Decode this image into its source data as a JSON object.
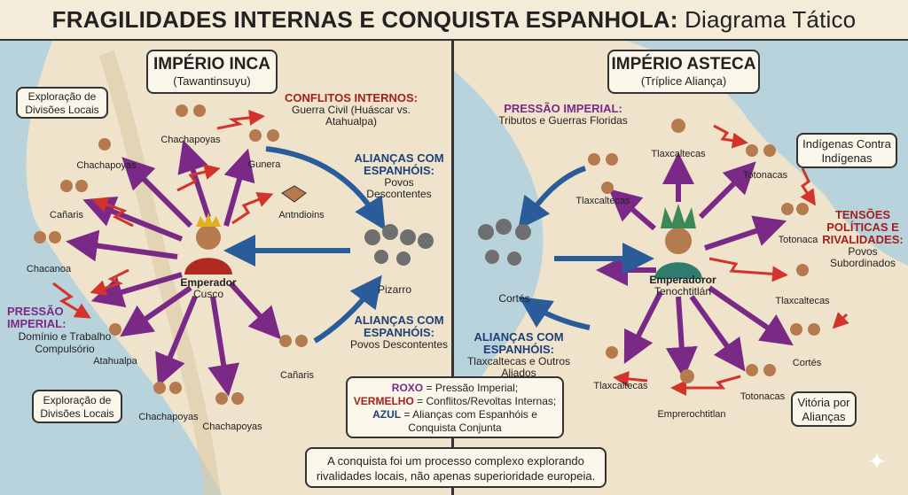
{
  "title": {
    "bold": "FRAGILIDADES INTERNAS E CONQUISTA ESPANHOLA:",
    "rest": " Diagrama Tático"
  },
  "inca": {
    "name": "IMPÉRIO INCA",
    "subname": "(Tawantinsuyu)",
    "exploration_top": "Exploração de Divisões Locais",
    "exploration_bottom": "Exploração de Divisões Locais",
    "conflicts_head": "CONFLITOS INTERNOS:",
    "conflicts_body": "Guerra Civil (Huáscar vs. Atahualpa)",
    "alliances_head": "ALIANÇAS COM ESPANHÓIS:",
    "alliances_body": "Povos Descontentes",
    "alliances2_head": "ALIANÇAS COM ESPANHÓIS:",
    "alliances2_body": "Povos Descontentes",
    "pressure_head": "PRESSÃO IMPERIAL:",
    "pressure_body": "Domínio e Trabalho Compulsório",
    "emperor": "Emperador",
    "emperor_place": "Cusco",
    "pizarro": "Pizarro",
    "antndioins": "Antndioins",
    "people": {
      "chachapoyas_top": "Chachapoyas",
      "chachapoyas_left": "Chachapoyas",
      "guneral": "Gunera",
      "canaris_left": "Cañaris",
      "chacanoa": "Chacanoa",
      "atahualpa": "Atahualpa",
      "chachapoyas_b1": "Chachapoyas",
      "chachapoyas_b2": "Chachapoyas",
      "canaris_bottom": "Cañaris"
    }
  },
  "aztec": {
    "name": "IMPÉRIO ASTECA",
    "subname": "(Tríplice Aliança)",
    "pressure_head": "PRESSÃO IMPERIAL:",
    "pressure_body": "Tributos e Guerras Floridas",
    "indigenous_box": "Indígenas Contra Indígenas",
    "tensions_head": "TENSÕES POLÍTICAS E RIVALIDADES:",
    "tensions_body": "Povos Subordinados",
    "alliances_head": "ALIANÇAS COM ESPANHÓIS:",
    "alliances_body": "Tlaxcaltecas e Outros Aliados",
    "victory_box": "Vitória por Alianças",
    "emperor": "Emperadoror",
    "emperor_place": "Tenochtitlán",
    "cortes_left": "Cortés",
    "people": {
      "tlaxcaltecas_top": "Tlaxcaltecas",
      "totonacas_top": "Totonacas",
      "tlaxcaltecas_left": "Tlaxcaltecas",
      "totonaca_right": "Totonaca",
      "tlaxcaltecas_right": "Tlaxcaltecas",
      "cortes_right": "Cortés",
      "totonacas_bottom": "Totonacas",
      "tlaxcaltecas_bottom": "Tlaxcaltecas",
      "emprerochtitlan": "Emprerochtitlan"
    }
  },
  "legend": {
    "purple_key": "ROXO",
    "purple_text": " = Pressão Imperial;",
    "red_key": "VERMELHO",
    "red_text": " = Conflitos/Revoltas Internas;",
    "blue_key": "AZUL",
    "blue_text": " = Alianças com Espanhóis e Conquista Conjunta"
  },
  "conclusion": "A conquista foi um processo complexo explorando rivalidades locais, não apenas superioridade europeia.",
  "colors": {
    "purple": "#7a2a86",
    "red": "#d2332a",
    "blue": "#2a5c99",
    "sea": "#b9d3dc",
    "land": "#efe4cb"
  }
}
